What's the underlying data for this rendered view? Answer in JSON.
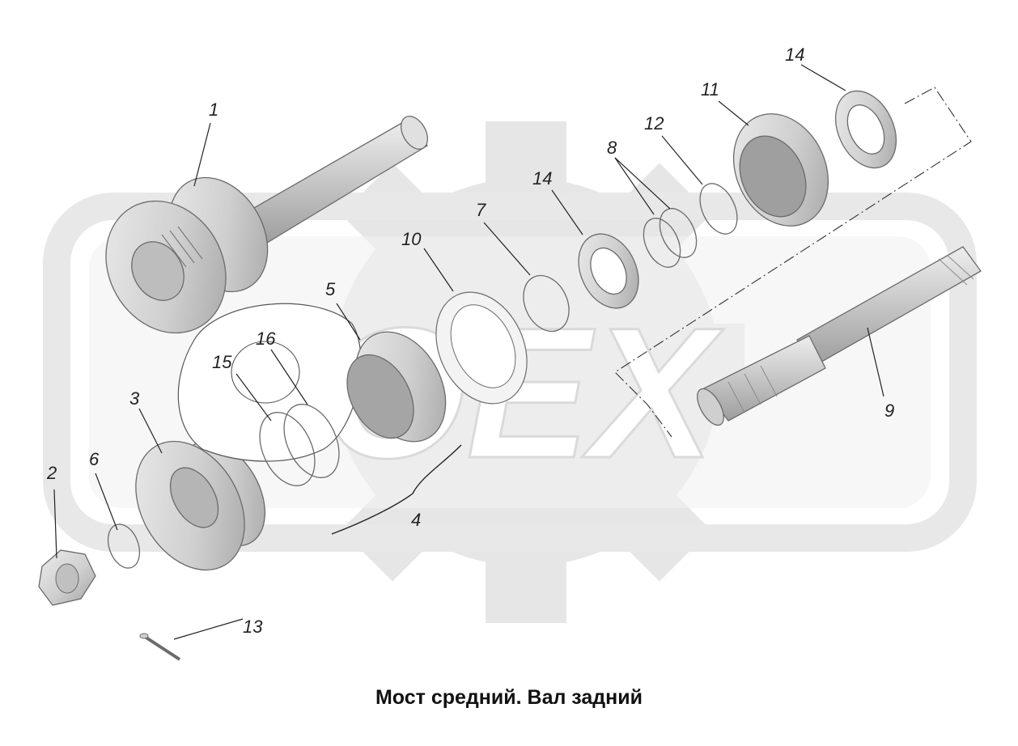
{
  "caption": "Мост средний. Вал задний",
  "watermark": {
    "text": "ОЕХ",
    "color": "#e6e6e6"
  },
  "colors": {
    "part_fill": "#d9d9d9",
    "part_shade": "#a9a9a9",
    "part_edge": "#6b6b6b",
    "ink": "#222222"
  },
  "callouts": {
    "p1": "1",
    "p2": "2",
    "p3": "3",
    "p4": "4",
    "p5": "5",
    "p6": "6",
    "p7": "7",
    "p8": "8",
    "p9": "9",
    "p10": "10",
    "p11": "11",
    "p12": "12",
    "p13": "13",
    "p14a": "14",
    "p14b": "14",
    "p15": "15",
    "p16": "16"
  }
}
